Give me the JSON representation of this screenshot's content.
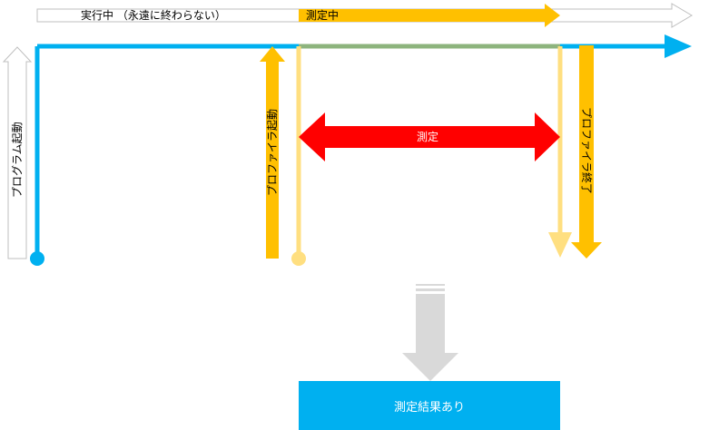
{
  "labels": {
    "running": "実行中 （永遠に終わらない）",
    "measuring": "測定中",
    "program_start": "プログラム起動",
    "profiler_start": "プロファイラ起動",
    "measurement": "測定",
    "profiler_end": "プロファイラ終了",
    "result": "測定結果あり"
  },
  "colors": {
    "program_line": "#00b0f0",
    "profiler": "#ffc000",
    "measure_line": "#ffdf80",
    "measure_arrow": "#ff0000",
    "measure_top": "#8db47d",
    "outline_arrow": "#bfbfbf",
    "down_arrow": "#d9d9d9",
    "result_box": "#00b0f0"
  }
}
